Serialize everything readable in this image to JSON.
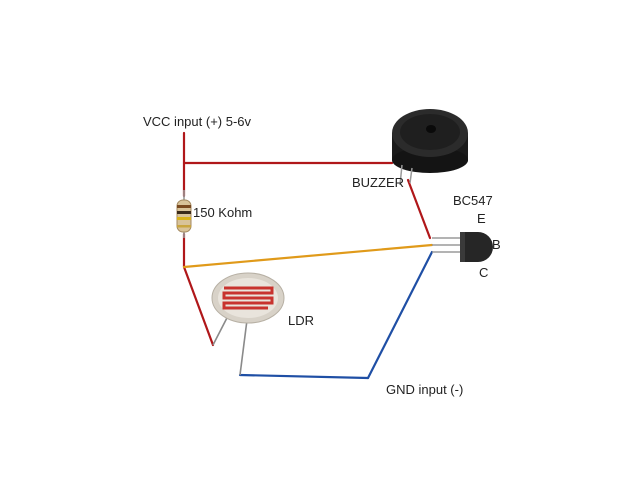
{
  "diagram": {
    "labels": {
      "vcc": "VCC input (+) 5-6v",
      "resistor": "150 Kohm",
      "buzzer": "BUZZER",
      "transistor": "BC547",
      "pin_e": "E",
      "pin_b": "B",
      "pin_c": "C",
      "ldr": "LDR",
      "gnd": "GND input (-)"
    },
    "colors": {
      "wire_red": "#b0171a",
      "wire_orange": "#e09a1a",
      "wire_blue": "#1f4fa5",
      "background": "#ffffff"
    },
    "components": [
      "resistor",
      "buzzer",
      "bc547-transistor",
      "ldr"
    ]
  }
}
